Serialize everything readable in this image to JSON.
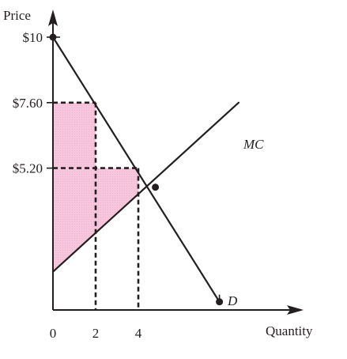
{
  "chart_data": {
    "type": "line",
    "ylabel": "Price",
    "xlabel": "Quantity",
    "xlim": [
      0,
      8.1
    ],
    "ylim": [
      0,
      10
    ],
    "x_ticks": [
      {
        "value": 0,
        "label": "0"
      },
      {
        "value": 2,
        "label": "2"
      },
      {
        "value": 4,
        "label": "4"
      }
    ],
    "y_ticks": [
      {
        "value": 10,
        "label": "$10"
      },
      {
        "value": 7.6,
        "label": "$7.60"
      },
      {
        "value": 5.2,
        "label": "$5.20"
      }
    ],
    "series": [
      {
        "name": "D",
        "points": [
          [
            0,
            10
          ],
          [
            7.8,
            0.3
          ]
        ]
      },
      {
        "name": "MC",
        "points": [
          [
            0,
            1.4
          ],
          [
            8.7,
            7.6
          ]
        ]
      }
    ],
    "intersection": [
      4.8,
      4.5
    ],
    "shaded_region": {
      "color": "#f6c6dc",
      "points": [
        [
          0,
          7.6
        ],
        [
          2,
          7.6
        ],
        [
          2,
          5.2
        ],
        [
          4,
          5.2
        ],
        [
          4,
          4.25
        ],
        [
          0,
          1.4
        ]
      ]
    },
    "dashed_guides": [
      {
        "from": [
          0,
          7.6
        ],
        "to": [
          2,
          7.6
        ]
      },
      {
        "from": [
          2,
          7.6
        ],
        "to": [
          2,
          0
        ]
      },
      {
        "from": [
          0,
          5.2
        ],
        "to": [
          4,
          5.2
        ]
      },
      {
        "from": [
          4,
          5.2
        ],
        "to": [
          4,
          0
        ]
      }
    ],
    "grid": false,
    "line_color": "#231f20"
  }
}
